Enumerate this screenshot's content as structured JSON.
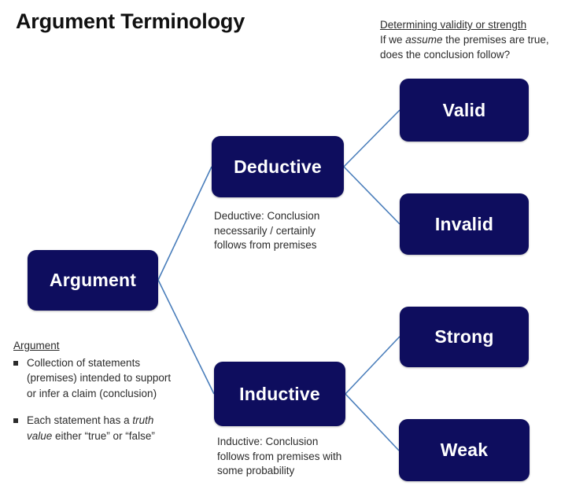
{
  "slide": {
    "title": "Argument Terminology",
    "background_color": "#ffffff"
  },
  "theme": {
    "node_fill": "#0e0d5e",
    "node_text": "#ffffff",
    "connector_color": "#4a7ebb",
    "body_text": "#2b2b2b"
  },
  "note": {
    "heading": "Determining validity or strength",
    "line_prefix": "If we ",
    "line_italic": "assume",
    "line_suffix": " the premises are true, does the conclusion follow?"
  },
  "nodes": {
    "argument": "Argument",
    "deductive": "Deductive",
    "inductive": "Inductive",
    "valid": "Valid",
    "invalid": "Invalid",
    "strong": "Strong",
    "weak": "Weak"
  },
  "captions": {
    "deductive": "Deductive: Conclusion necessarily / certainly follows from premises",
    "inductive": "Inductive: Conclusion follows from premises with some probability"
  },
  "definition": {
    "heading": "Argument",
    "bullets": [
      {
        "marker": "square-bullet",
        "prefix": "Collection of statements (premises) intended to support or infer a claim (conclusion)",
        "italic": "",
        "suffix": ""
      },
      {
        "marker": "square-bullet",
        "prefix": "Each statement has a ",
        "italic": "truth value",
        "suffix": " either “true” or “false”"
      }
    ]
  },
  "connections": [
    {
      "from": "argument",
      "to": "deductive"
    },
    {
      "from": "argument",
      "to": "inductive"
    },
    {
      "from": "deductive",
      "to": "valid"
    },
    {
      "from": "deductive",
      "to": "invalid"
    },
    {
      "from": "inductive",
      "to": "strong"
    },
    {
      "from": "inductive",
      "to": "weak"
    }
  ]
}
